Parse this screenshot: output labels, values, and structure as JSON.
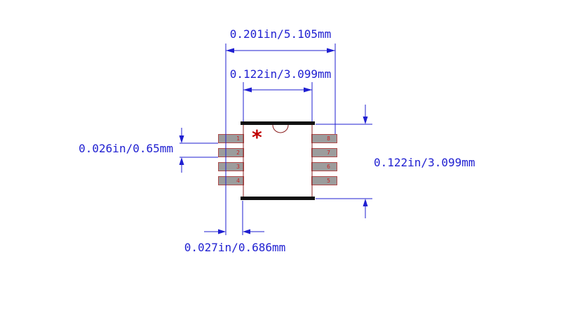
{
  "labels": {
    "overall_span": "0.201in/5.105mm",
    "body_width": "0.122in/3.099mm",
    "pin_pitch": "0.026in/0.65mm",
    "body_height": "0.122in/3.099mm",
    "edge_offset": "0.027in/0.686mm"
  },
  "pins": {
    "left": [
      "1",
      "2",
      "3",
      "4"
    ],
    "right": [
      "8",
      "7",
      "6",
      "5"
    ]
  },
  "pin1_marker": "*",
  "colors": {
    "dimension_blue": "#1f1fd1",
    "pad_fill": "#9c9c9c",
    "pad_outline": "#b04a4a",
    "body_outline": "#8b1f1f",
    "body_edge_black": "#111111",
    "pin_number_red": "#cc2222",
    "pin1_marker_red": "#c00000",
    "background": "#ffffff"
  }
}
